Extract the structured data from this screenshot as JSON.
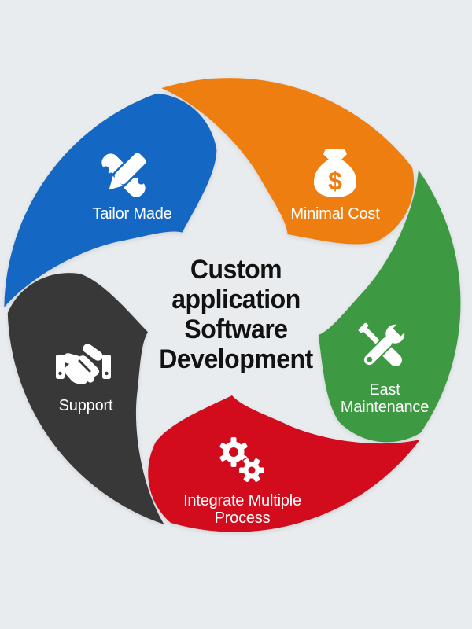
{
  "background_color": "#e9ecef",
  "text_color_on_segments": "#ffffff",
  "title": {
    "text": "Custom application Software Development",
    "color": "#121212",
    "lines": [
      "Custom",
      "application",
      "Software",
      "Development"
    ]
  },
  "segments": [
    {
      "id": "tailor-made",
      "label": "Tailor Made",
      "label_lines": [
        "Tailor Made"
      ],
      "icon": "pencil-ruler-icon",
      "color": "#1468c3",
      "position": "top-left"
    },
    {
      "id": "minimal-cost",
      "label": "Minimal Cost",
      "label_lines": [
        "Minimal Cost"
      ],
      "icon": "money-bag-icon",
      "icon_glyph": "$",
      "color": "#ef7e10",
      "position": "top-right"
    },
    {
      "id": "east-maintenance",
      "label": "East Maintenance",
      "label_lines": [
        "East",
        "Maintenance"
      ],
      "icon": "wrench-screwdriver-icon",
      "color": "#3e9a42",
      "position": "right"
    },
    {
      "id": "integrate-multiple-process",
      "label": "Integrate Multiple Process",
      "label_lines": [
        "Integrate Multiple",
        "Process"
      ],
      "icon": "gears-icon",
      "color": "#d20c1c",
      "position": "bottom"
    },
    {
      "id": "support",
      "label": "Support",
      "label_lines": [
        "Support"
      ],
      "icon": "handshake-icon",
      "color": "#383838",
      "position": "left"
    }
  ]
}
